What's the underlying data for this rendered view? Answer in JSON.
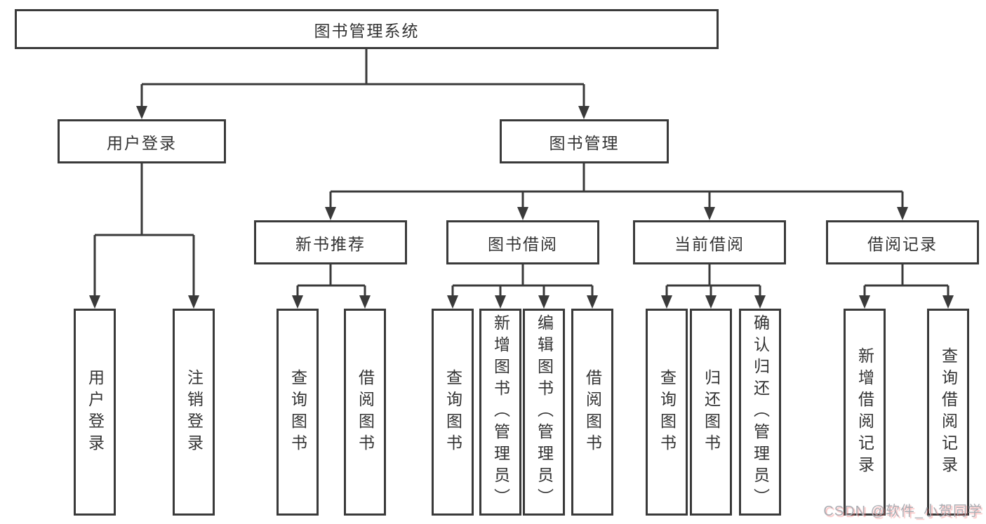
{
  "diagram": {
    "title": "图书管理系统",
    "level1": [
      {
        "label": "用户登录"
      },
      {
        "label": "图书管理"
      }
    ],
    "level2": [
      {
        "label": "新书推荐"
      },
      {
        "label": "图书借阅"
      },
      {
        "label": "当前借阅"
      },
      {
        "label": "借阅记录"
      }
    ],
    "leaves": {
      "user_login": [
        "用户登录",
        "注销登录"
      ],
      "new_book": [
        "查询图书",
        "借阅图书"
      ],
      "book_borrow": [
        "查询图书",
        "新增图书（管理员）",
        "编辑图书（管理员）",
        "借阅图书"
      ],
      "current_borrow": [
        "查询图书",
        "归还图书",
        "确认归还（管理员）"
      ],
      "borrow_record": [
        "新增借阅记录",
        "查询借阅记录"
      ]
    },
    "colors": {
      "line": "#3a3a3a",
      "text": "#333333",
      "watermark": "#abaeb4"
    }
  },
  "watermark": {
    "text": "CSDN @软件_小贺同学"
  }
}
